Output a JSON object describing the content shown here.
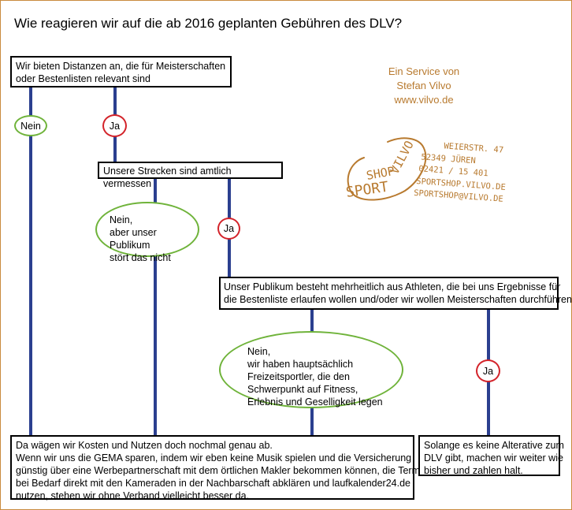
{
  "title": "Wie reagieren wir auf die ab 2016 geplanten Gebühren des DLV?",
  "service": {
    "line1": "Ein Service von",
    "line2": "Stefan Vilvo",
    "line3": "www.vilvo.de"
  },
  "logo": {
    "word1": "SPORT",
    "word2": "SHOP",
    "word3": "VILVO"
  },
  "address": {
    "street": "WEIERSTR. 47",
    "city": "52349 JÜREN",
    "phone": "02421 / 15 401",
    "web": "SPORTSHOP.VILVO.DE",
    "email": "SPORTSHOP@VILVO.DE"
  },
  "colors": {
    "line": "#2b3f8f",
    "yes": "#d3232a",
    "no": "#6fb33a",
    "accent": "#b87a2f"
  },
  "nodes": {
    "q1": {
      "line1": "Wir bieten Distanzen an, die für Meisterschaften",
      "line2": "oder Bestenlisten relevant sind"
    },
    "q1_no": "Nein",
    "q1_yes": "Ja",
    "q2": "Unsere Strecken sind amtlich vermessen",
    "q2_no": {
      "line1": "Nein,",
      "line2": "aber unser Publikum",
      "line3": "stört das nicht"
    },
    "q2_yes": "Ja",
    "q3": {
      "line1": "Unser Publikum besteht mehrheitlich aus Athleten, die bei uns Ergebnisse für",
      "line2": "die Bestenliste erlaufen wollen und/oder wir wollen Meisterschaften durchführen"
    },
    "q3_no": {
      "line1": "Nein,",
      "line2": "wir haben hauptsächlich",
      "line3": "Freizeitsportler, die den",
      "line4": "Schwerpunkt auf Fitness,",
      "line5": "Erlebnis und Geselligkeit legen"
    },
    "q3_yes": "Ja",
    "result_no": {
      "line1": "Da wägen wir Kosten und Nutzen doch nochmal genau ab.",
      "line2": "Wenn wir uns die GEMA sparen, indem wir eben keine Musik spielen und die Versicherung",
      "line3": "günstig über eine Werbepartnerschaft mit dem örtlichen Makler bekommen können, die Termine",
      "line4": "bei Bedarf direkt mit den Kameraden in der Nachbarschaft abklären und laufkalender24.de",
      "line5": "nutzen, stehen wir ohne Verband vielleicht besser da."
    },
    "result_yes": {
      "line1": "Solange es keine Alterative zum",
      "line2": "DLV gibt, machen wir weiter wie",
      "line3": "bisher und zahlen halt."
    }
  }
}
